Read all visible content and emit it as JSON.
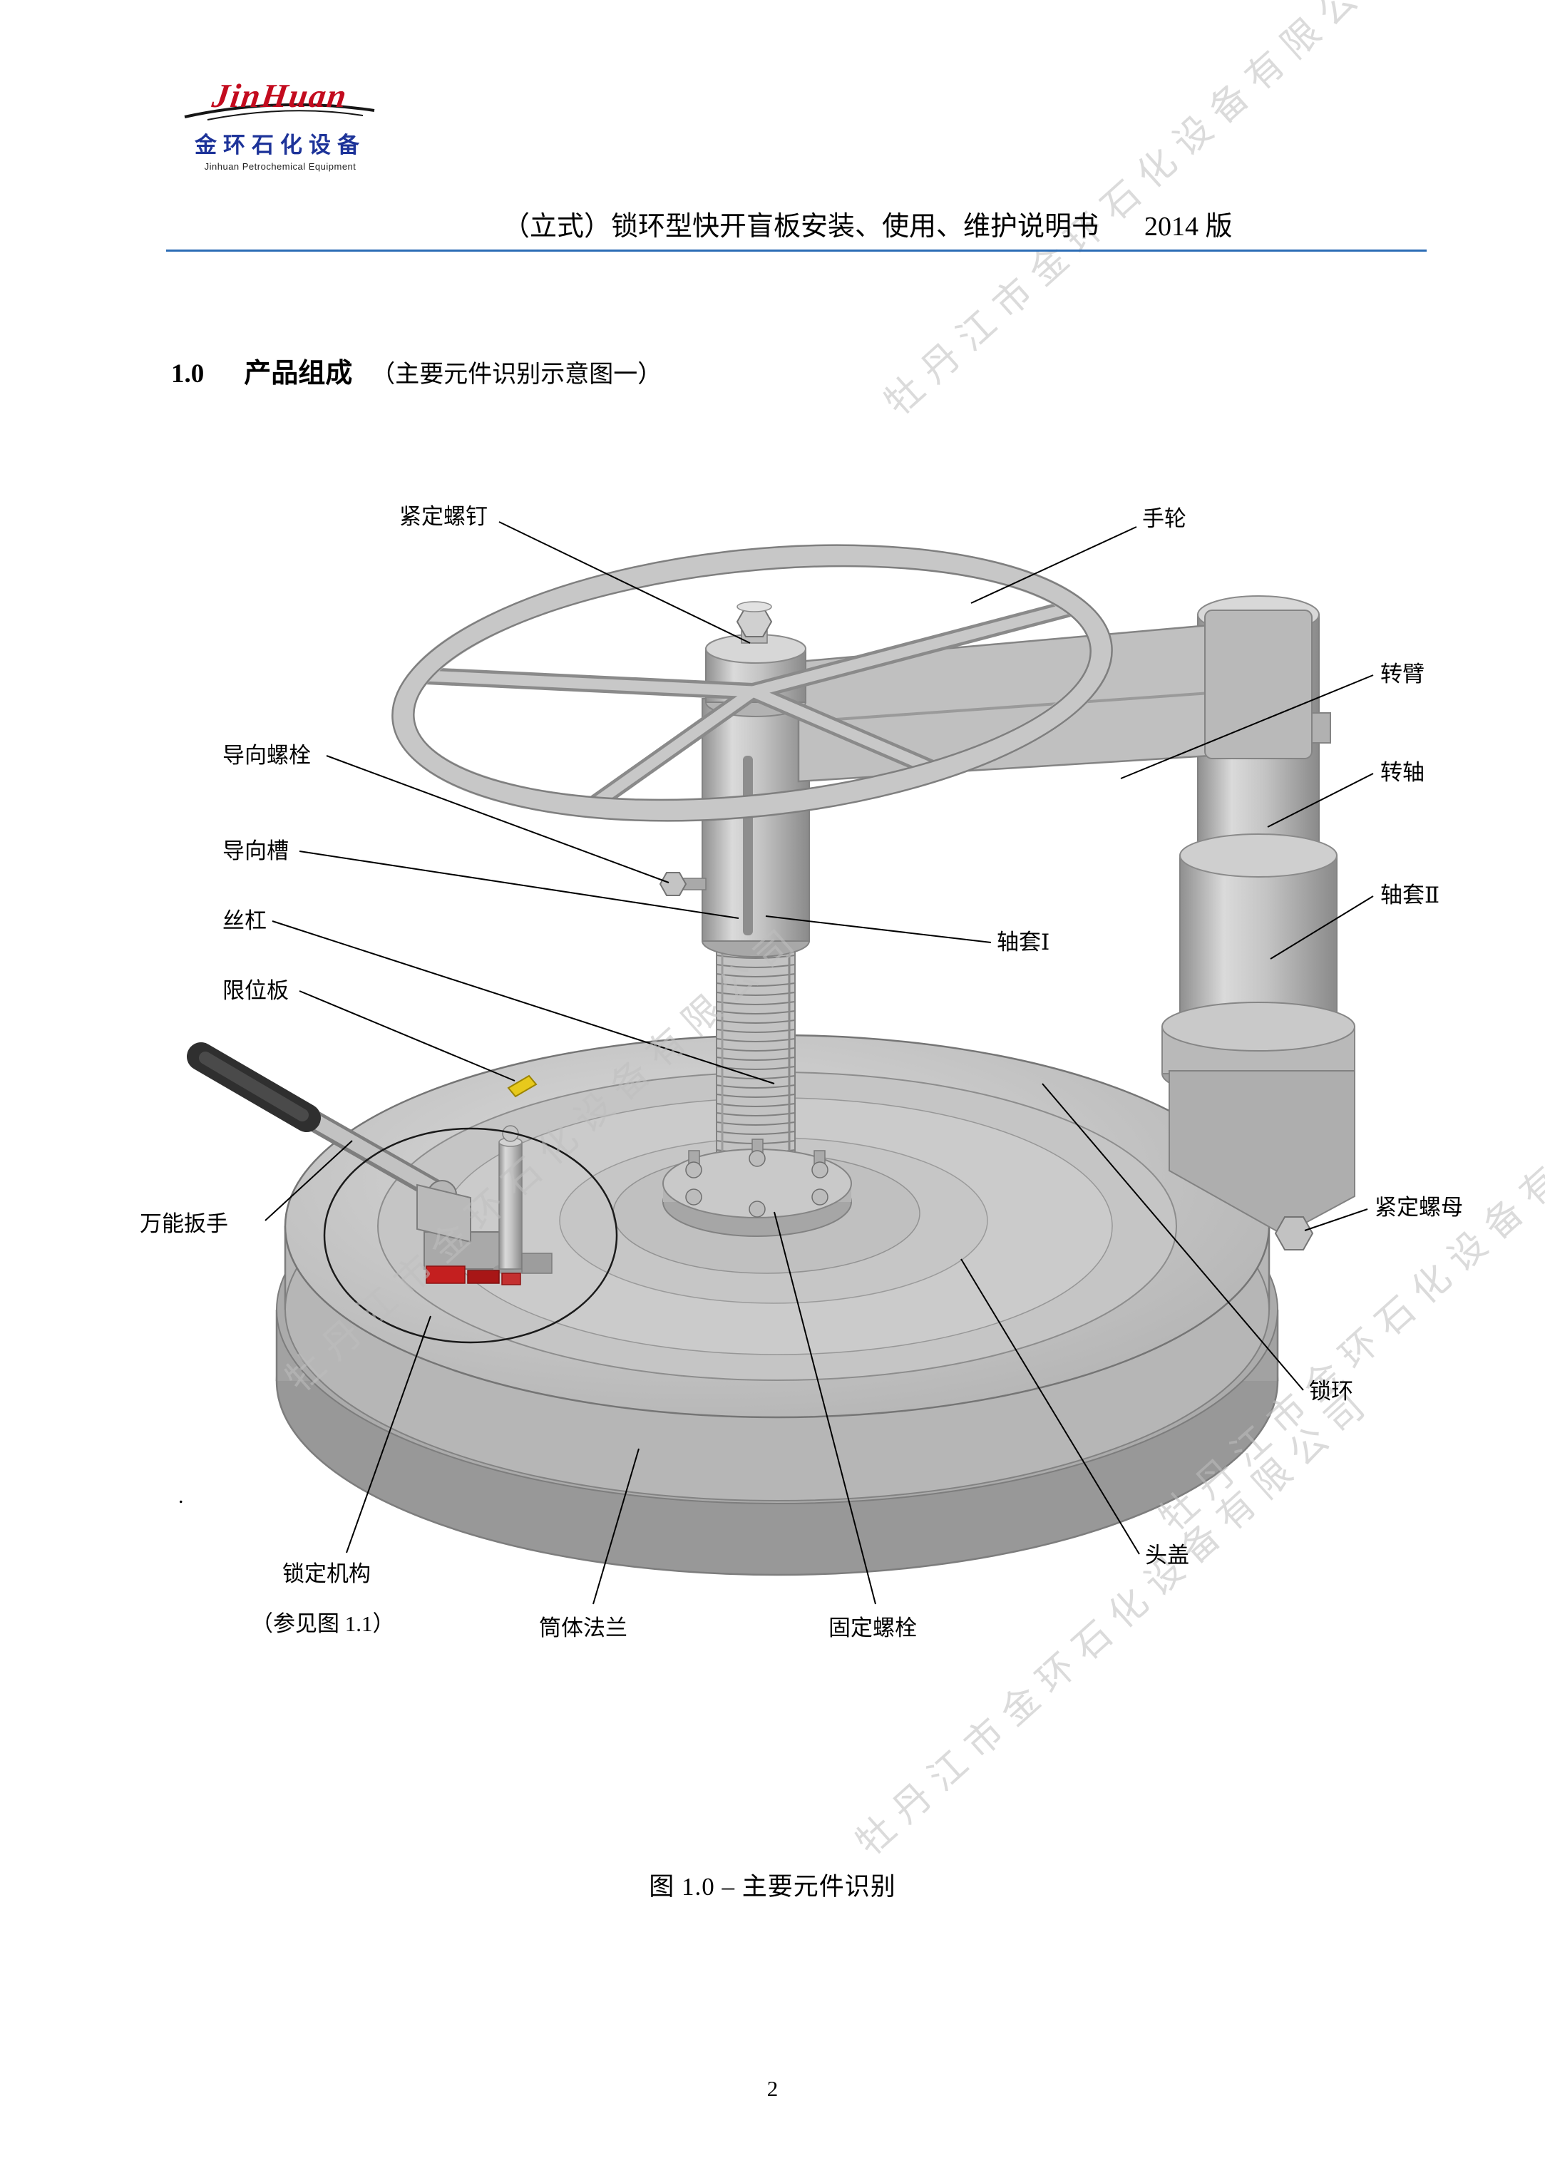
{
  "page": {
    "number": "2",
    "watermark": "牡丹江市金环石化设备有限公司",
    "stray_mark": "."
  },
  "header": {
    "logo_script": "JinHuan",
    "logo_cn": "金环石化设备",
    "logo_en": "Jinhuan Petrochemical Equipment",
    "title": "（立式）锁环型快开盲板安装、使用、维护说明书",
    "edition": "2014 版"
  },
  "section": {
    "number": "1.0",
    "title": "产品组成",
    "note": "（主要元件识别示意图一）"
  },
  "figure": {
    "caption": "图 1.0 – 主要元件识别",
    "labels": {
      "set_screw": "紧定螺钉",
      "handwheel": "手轮",
      "swing_arm": "转臂",
      "pivot_shaft": "转轴",
      "bushing_2": "轴套Ⅱ",
      "bushing_1": "轴套Ⅰ",
      "guide_bolt": "导向螺栓",
      "guide_slot": "导向槽",
      "lead_screw": "丝杠",
      "limit_plate": "限位板",
      "universal_wrench": "万能扳手",
      "set_nut": "紧定螺母",
      "lock_ring": "锁环",
      "head_cover": "头盖",
      "locking_mechanism": "锁定机构",
      "locking_mechanism_ref": "（参见图 1.1）",
      "shell_flange": "筒体法兰",
      "fixing_bolt": "固定螺栓"
    }
  }
}
